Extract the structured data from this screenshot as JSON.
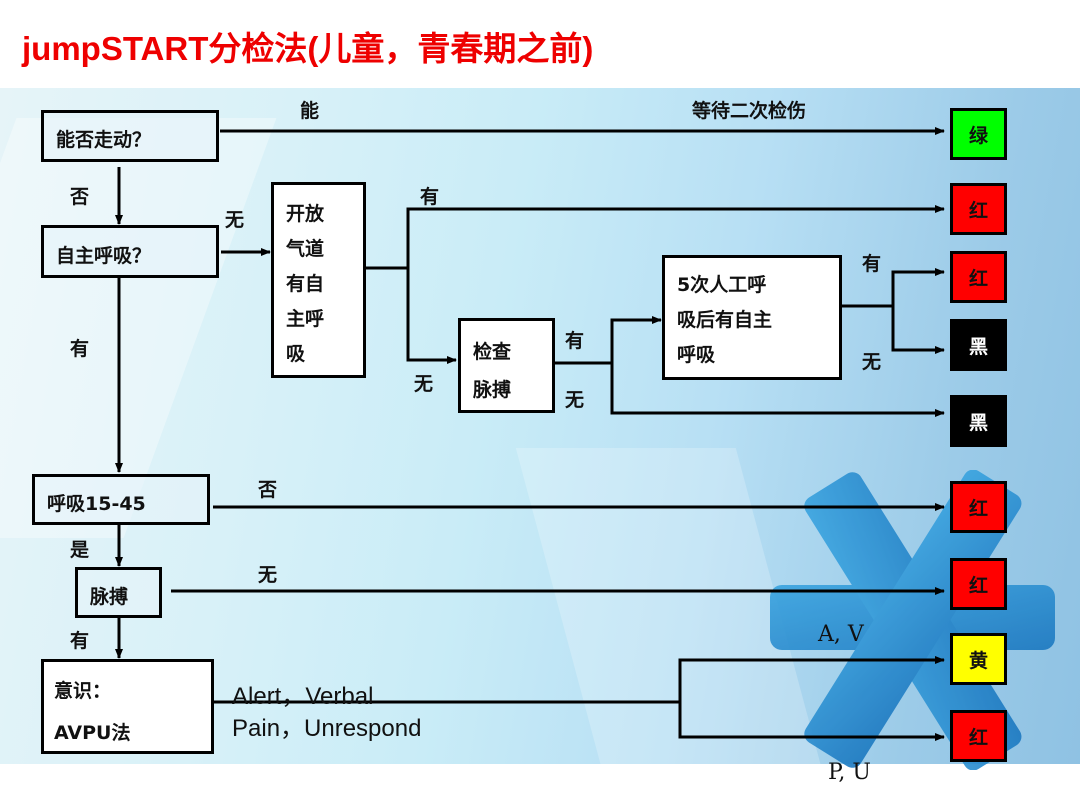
{
  "title": "jumpSTART分检法(儿童，青春期之前)",
  "nodes": {
    "walk": "能否走动？",
    "breathing": "自主呼吸？",
    "open_airway": [
      "开放",
      "气道",
      "有自",
      "主呼",
      "吸"
    ],
    "check_pulse": [
      "检查",
      "脉搏"
    ],
    "rescue_breaths": [
      "5次人工呼",
      "吸后有自主",
      "呼吸"
    ],
    "resp_rate": "呼吸15-45",
    "pulse": "脉搏",
    "avpu": [
      "意识：",
      "AVPU法"
    ]
  },
  "edge_labels": {
    "walk_yes": "能",
    "wait_secondary": "等待二次检伤",
    "walk_no": "否",
    "breathing_none": "无",
    "breathing_yes": "有",
    "airway_yes": "有",
    "airway_no": "无",
    "pulse_check_yes": "有",
    "pulse_check_no": "无",
    "rescue_yes": "有",
    "rescue_no": "无",
    "rr_no": "否",
    "rr_yes": "是",
    "pulse_none": "无",
    "pulse_yes": "有",
    "avpu_options_1": "Alert，Verbal",
    "avpu_options_2": "Pain，Unrespond",
    "av": "A, V",
    "pu": "P, U"
  },
  "outcomes": [
    {
      "label": "绿",
      "color": "#00ff00",
      "text_color": "#111111"
    },
    {
      "label": "红",
      "color": "#ff0000",
      "text_color": "#111111"
    },
    {
      "label": "红",
      "color": "#ff0000",
      "text_color": "#111111"
    },
    {
      "label": "黑",
      "color": "#000000",
      "text_color": "#ffffff"
    },
    {
      "label": "黑",
      "color": "#000000",
      "text_color": "#ffffff"
    },
    {
      "label": "红",
      "color": "#ff0000",
      "text_color": "#111111"
    },
    {
      "label": "红",
      "color": "#ff0000",
      "text_color": "#111111"
    },
    {
      "label": "黄",
      "color": "#ffff00",
      "text_color": "#111111"
    },
    {
      "label": "红",
      "color": "#ff0000",
      "text_color": "#111111"
    }
  ],
  "colors": {
    "title": "#ee0000",
    "line": "#000000"
  }
}
